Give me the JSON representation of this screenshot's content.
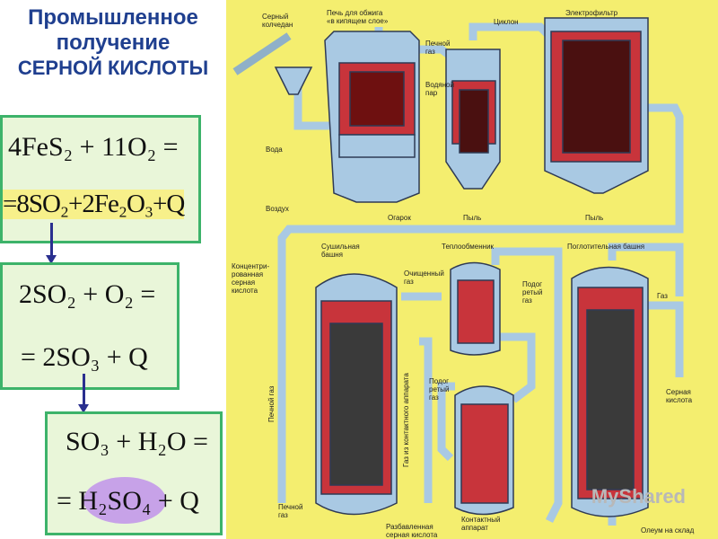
{
  "title": {
    "line1": "Промышленное",
    "line2": "получение",
    "line3": "СЕРНОЙ КИСЛОТЫ"
  },
  "equations": {
    "eq1_line1": "4FeS₂ + 11O₂ =",
    "eq1_line2": "=8SO₂+2Fe₂O₃+Q",
    "eq2_line1": "2SO₂ + O₂ =",
    "eq2_line2": "= 2SO₃ + Q",
    "eq3_line1": "SO₃ + H₂O =",
    "eq3_line2": "= H₂SO₄ + Q"
  },
  "diagram_labels": {
    "pyrite": "Серный\nколчедан",
    "furnace": "Печь для обжига\n«в кипящем слое»",
    "cyclone": "Циклон",
    "electrofilter": "Электрофильтр",
    "furnace_gas_1": "Печной\nгаз",
    "steam": "Водяной\nпар",
    "water": "Вода",
    "air": "Воздух",
    "cinder": "Огарок",
    "dust_1": "Пыль",
    "dust_2": "Пыль",
    "drying_tower": "Сушильная\nбашня",
    "heat_exchanger": "Теплообменник",
    "absorption_tower": "Поглотительная башня",
    "conc_acid": "Концентри-\nрованная\nсерная\nкислота",
    "purified_gas": "Очищенный\nгаз",
    "heated_gas_1": "Подог\nретый\nгаз",
    "heated_gas_2": "Подог\nретый\nгаз",
    "gas": "Газ",
    "sulfuric_acid": "Серная\nкислота",
    "furnace_gas_vertical": "Печной газ",
    "contact_gas_vertical": "Газ из контактного аппарата",
    "furnace_gas_2": "Печной\nгаз",
    "diluted_acid": "Разбавленная\nсерная кислота",
    "contact_apparatus": "Контактный\nаппарат",
    "oleum": "Олеум на склад"
  },
  "watermark": "MyShared",
  "colors": {
    "box_border": "#3db36a",
    "box_fill": "#e9f6d9",
    "title": "#1f3f8f",
    "diagram_bg": "#f4ee6f",
    "pipe": "#a9c9e3",
    "vessel_red": "#c8343b",
    "arrow": "#2a2f8f"
  }
}
